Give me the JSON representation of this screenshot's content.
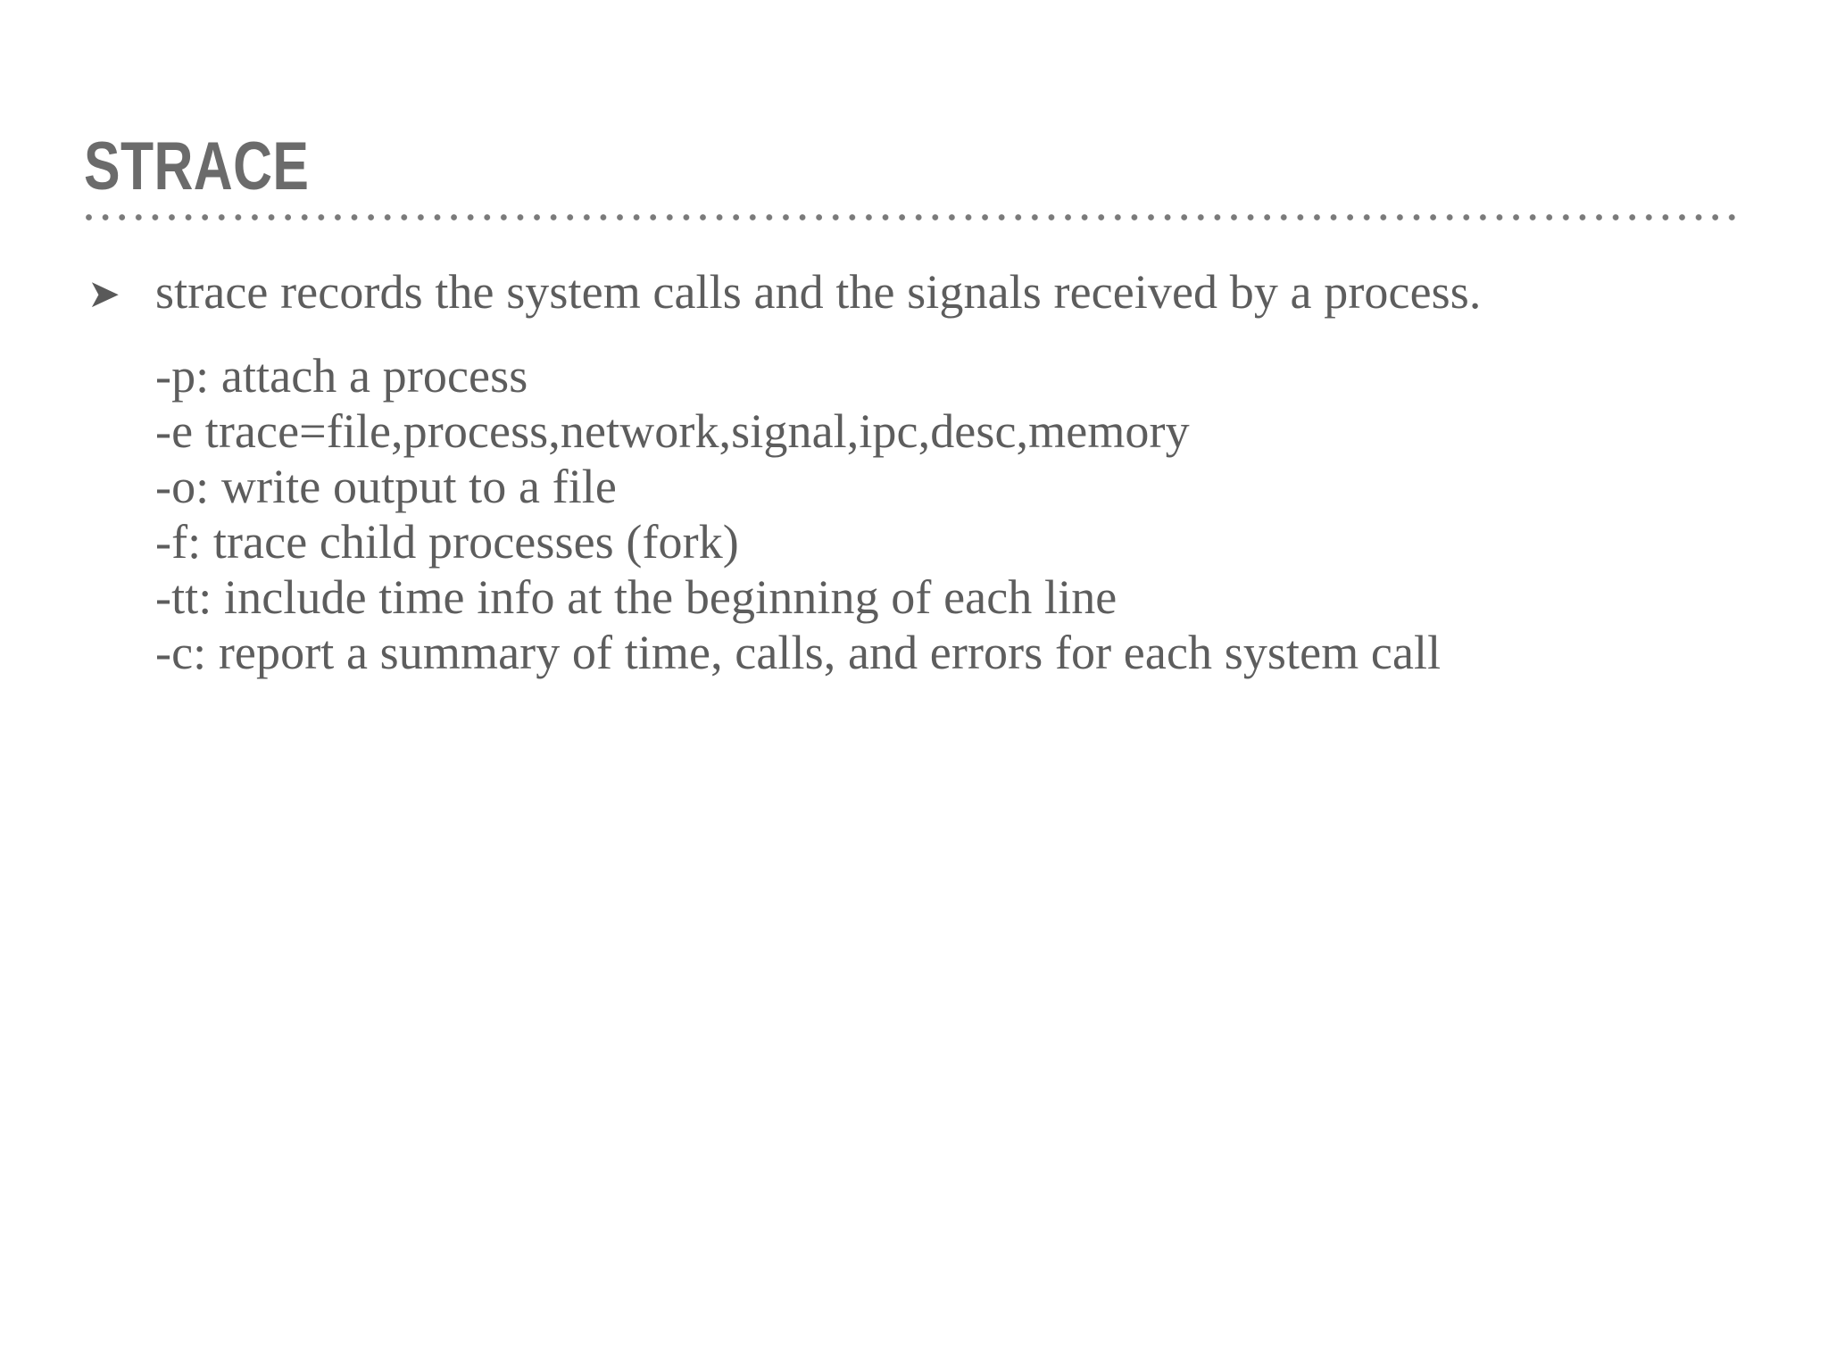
{
  "slide": {
    "title": "STRACE",
    "bullet_marker": "➤",
    "divider": {
      "style": "dotted",
      "color": "#7a7a7a"
    },
    "colors": {
      "title": "#6b6b6b",
      "body_text": "#5d5d5d",
      "bullet": "#595959",
      "background": "#ffffff",
      "divider": "#7a7a7a"
    },
    "content": [
      {
        "id": "intro",
        "bulleted": true,
        "text": "strace records the system calls and the signals received by a process."
      },
      {
        "id": "opt-p",
        "bulleted": false,
        "text": "-p: attach a process"
      },
      {
        "id": "opt-e",
        "bulleted": false,
        "text": "-e trace=file,process,network,signal,ipc,desc,memory"
      },
      {
        "id": "opt-o",
        "bulleted": false,
        "text": "-o: write output to a file"
      },
      {
        "id": "opt-f",
        "bulleted": false,
        "text": "-f: trace child processes (fork)"
      },
      {
        "id": "opt-tt",
        "bulleted": false,
        "text": "-tt: include time info at the beginning of each line"
      },
      {
        "id": "opt-c",
        "bulleted": false,
        "text": "-c: report a summary of time, calls, and errors for each system call"
      }
    ]
  }
}
